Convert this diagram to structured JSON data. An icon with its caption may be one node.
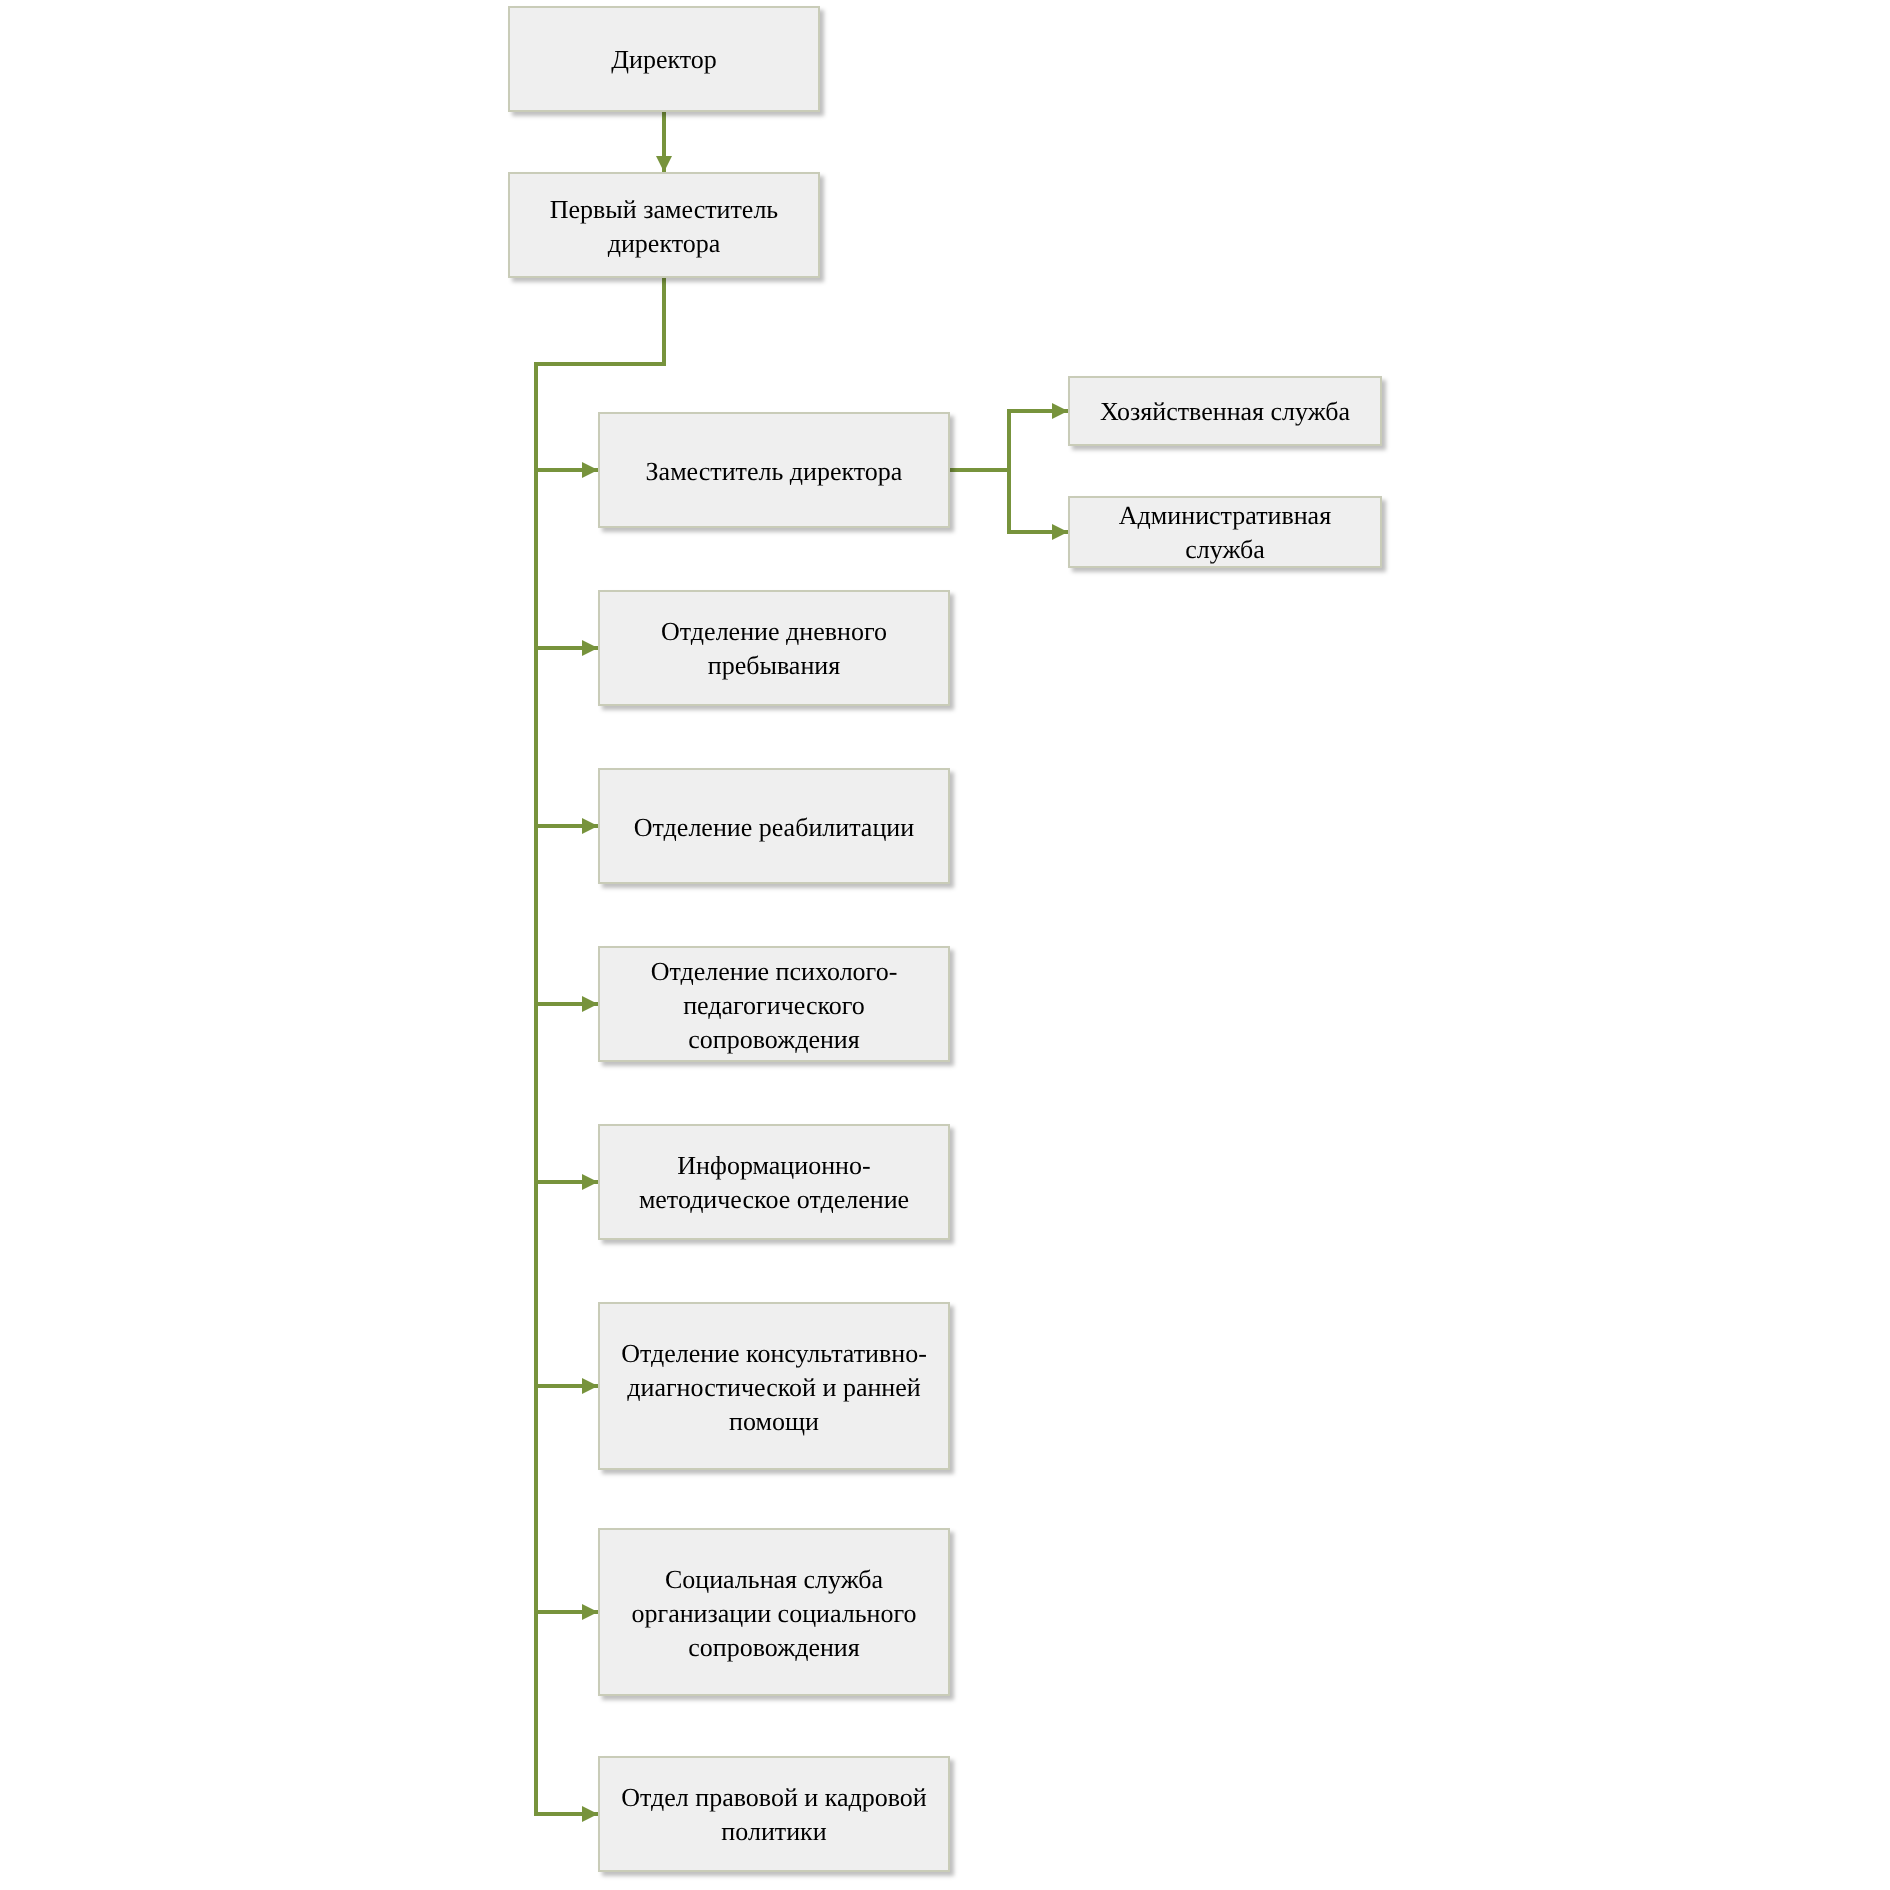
{
  "diagram": {
    "nodes": [
      {
        "text": [
          "Директор"
        ]
      },
      {
        "text": [
          "Первый заместитель директора"
        ]
      },
      {
        "text": [
          "Заместитель директора"
        ]
      },
      {
        "text": [
          "Хозяйственная служба"
        ]
      },
      {
        "text": [
          "Административная служба"
        ]
      },
      {
        "text": [
          "Отделение дневного пребывания"
        ]
      },
      {
        "text": [
          "Отделение реабилитации"
        ]
      },
      {
        "text": [
          "Отделение психолого-педагогического сопровождения"
        ]
      },
      {
        "text": [
          "Информационно-методическое отделение"
        ]
      },
      {
        "text": [
          "Отделение консультативно-диагностической и ранней помощи"
        ]
      },
      {
        "text": [
          "Социальная служба организации социального сопровождения"
        ]
      },
      {
        "text": [
          "Отдел правовой и кадровой политики"
        ]
      }
    ],
    "edges": [
      {
        "from": 0,
        "to": 1,
        "arrow": "to"
      },
      {
        "from": 1,
        "to": 2,
        "arrow": "to"
      },
      {
        "from": 2,
        "to": 3,
        "arrow": "to"
      },
      {
        "from": 2,
        "to": 4,
        "arrow": "to"
      },
      {
        "from": 1,
        "to": 5,
        "arrow": "to"
      },
      {
        "from": 1,
        "to": 6,
        "arrow": "to"
      },
      {
        "from": 1,
        "to": 7,
        "arrow": "to"
      },
      {
        "from": 1,
        "to": 8,
        "arrow": "to"
      },
      {
        "from": 1,
        "to": 9,
        "arrow": "to"
      },
      {
        "from": 1,
        "to": 10,
        "arrow": "to"
      },
      {
        "from": 1,
        "to": 11,
        "arrow": "to"
      }
    ]
  }
}
